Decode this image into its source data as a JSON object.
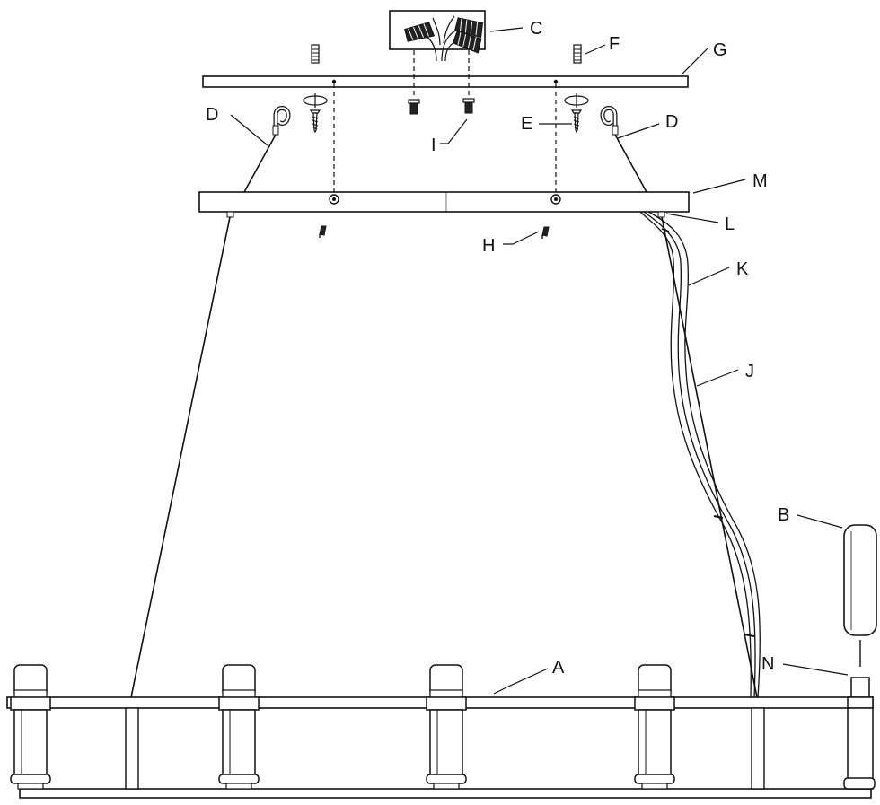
{
  "diagram": {
    "labels": {
      "a": "A",
      "b": "B",
      "c": "C",
      "d_left": "D",
      "d_right": "D",
      "e": "E",
      "f": "F",
      "g": "G",
      "h": "H",
      "i": "I",
      "j": "J",
      "k": "K",
      "l": "L",
      "m": "M",
      "n": "N"
    }
  },
  "colors": {
    "ink": "#111111",
    "background": "#ffffff",
    "part_fill": "#ffffff",
    "dark_part": "#222222"
  }
}
